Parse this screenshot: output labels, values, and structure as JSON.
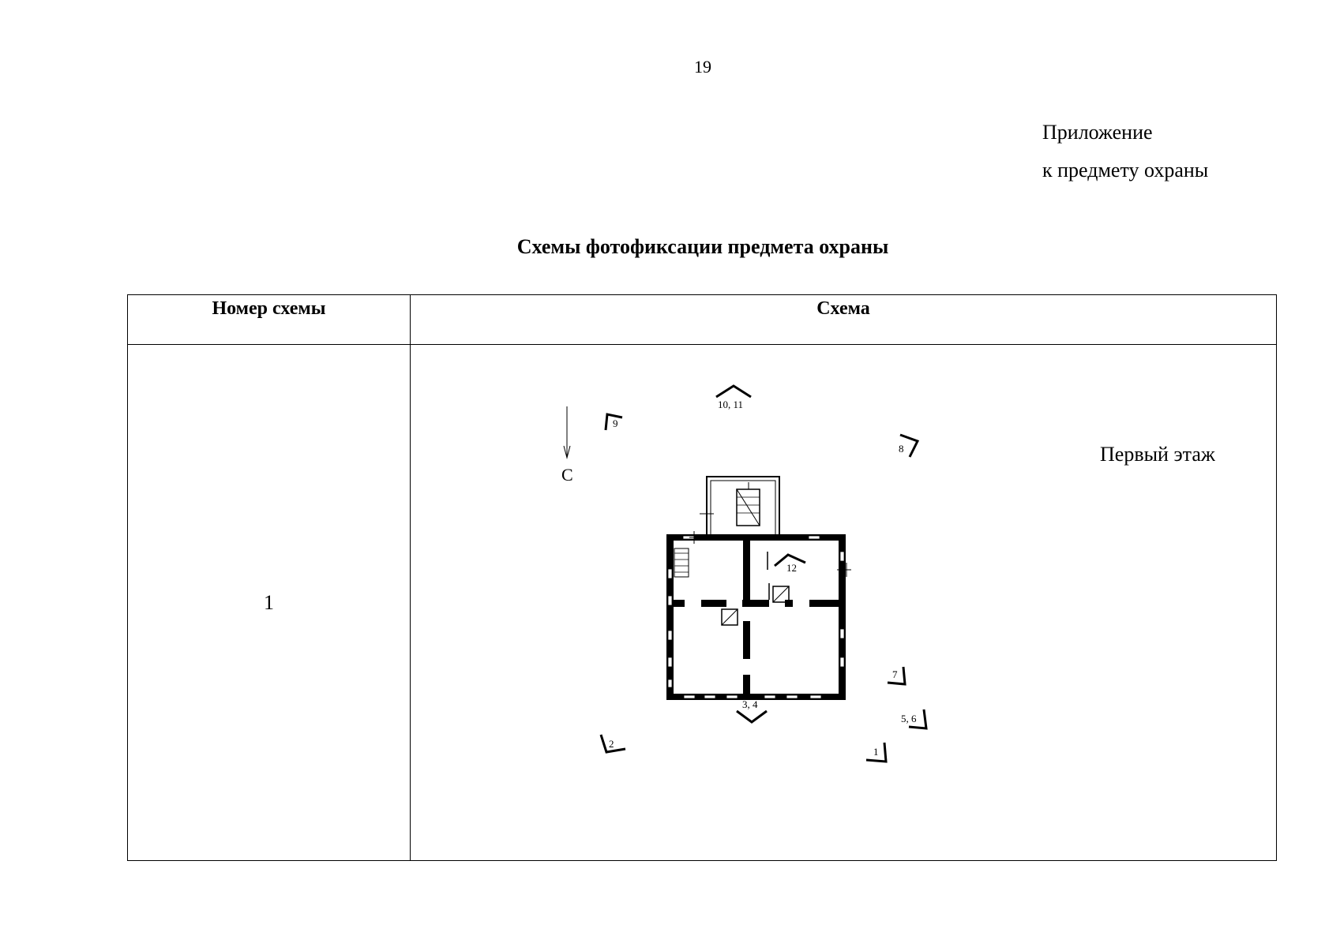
{
  "page": {
    "number": "19"
  },
  "appendix": {
    "line1": "Приложение",
    "line2": "к предмету охраны"
  },
  "document": {
    "title": "Схемы фотофиксации предмета охраны"
  },
  "table": {
    "headers": [
      "Номер схемы",
      "Схема"
    ],
    "rows": [
      {
        "number": "1",
        "floor_label": "Первый этаж"
      }
    ]
  },
  "plan": {
    "north_label": "С",
    "photo_points": [
      "10, 11",
      "9",
      "8",
      "12",
      "7",
      "3, 4",
      "5, 6",
      "2",
      "1"
    ]
  }
}
